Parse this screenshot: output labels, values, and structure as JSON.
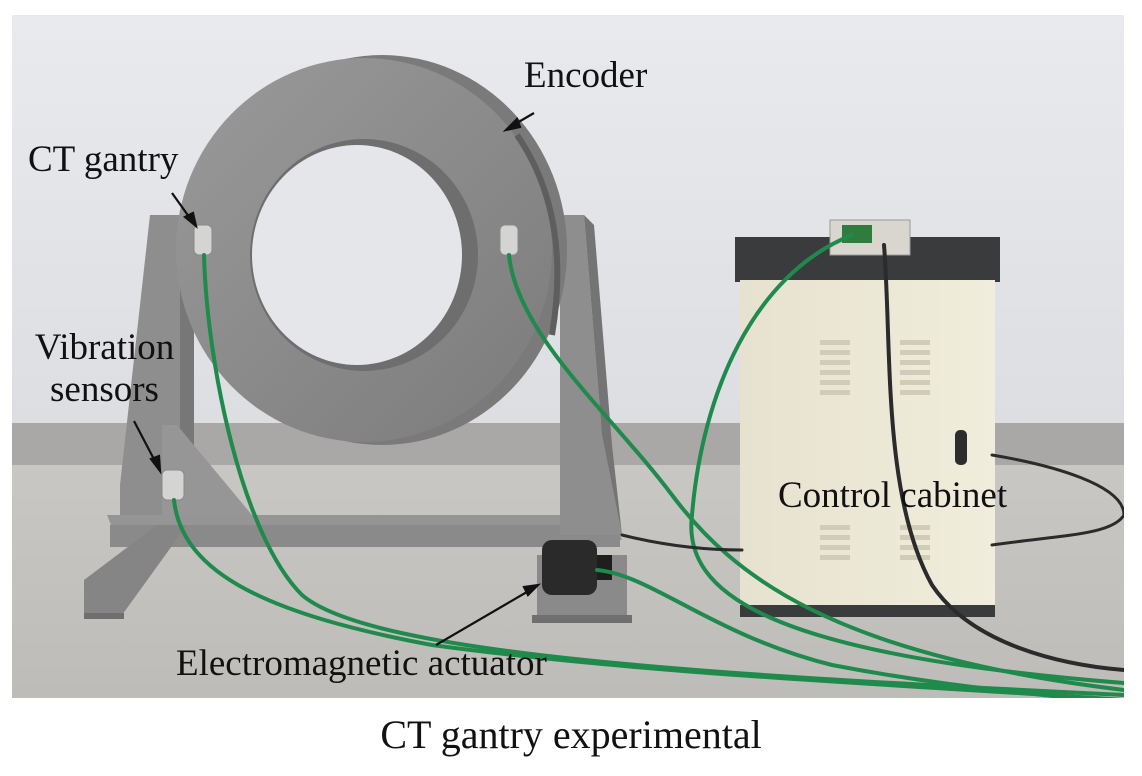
{
  "labels": {
    "encoder": "Encoder",
    "ct_gantry": "CT gantry",
    "vibration_line1": "Vibration",
    "vibration_line2": "sensors",
    "control_cabinet": "Control cabinet",
    "actuator": "Electromagnetic actuator"
  },
  "caption": "CT gantry experimental",
  "colors": {
    "wall": "#e6e8ec",
    "floor": "#c7c5c1",
    "baseboard": "#a9a8a6",
    "gantry_metal": "#8c8c8c",
    "cabinet_body": "#ece8d6",
    "cabinet_top": "#3a3b3d",
    "cable_green": "#1f8a4c",
    "cable_black": "#2b2b2b"
  }
}
